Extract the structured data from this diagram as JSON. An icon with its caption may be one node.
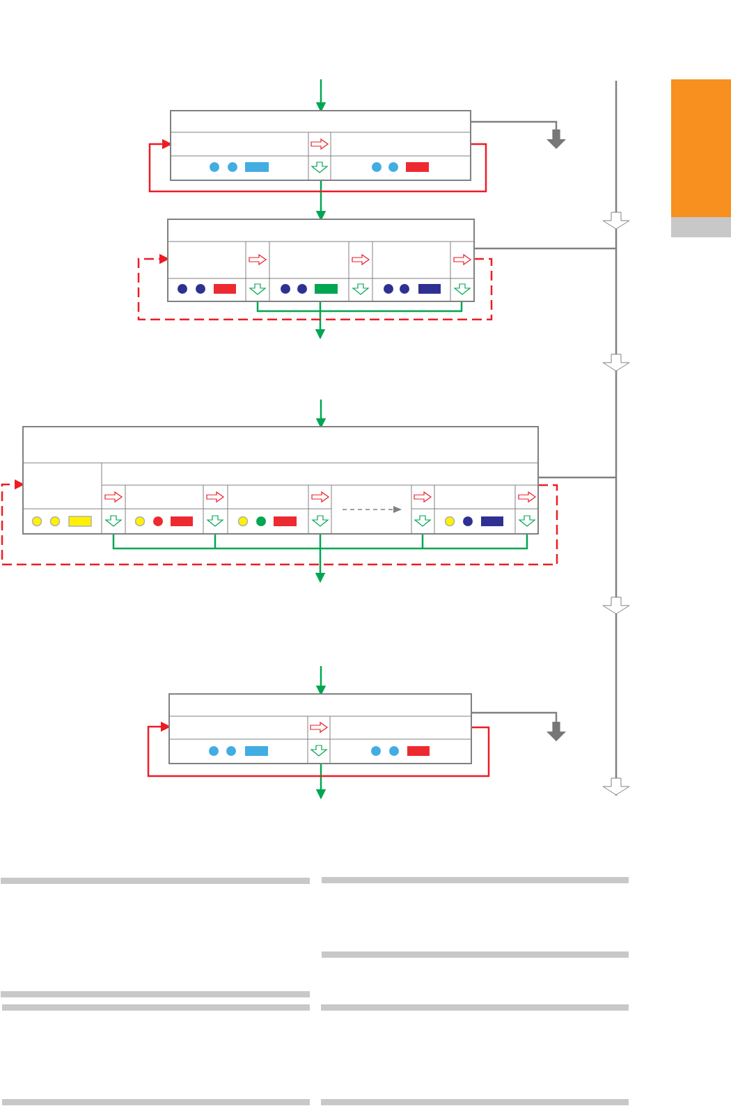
{
  "diagram": {
    "nodes": [
      {
        "text": [],
        "shape": "box"
      },
      {
        "text": [],
        "shape": "box"
      },
      {
        "text": [],
        "shape": "box"
      },
      {
        "text": [],
        "shape": "box"
      },
      {
        "text": [],
        "shape": "arrow"
      },
      {
        "text": [],
        "shape": "arrow"
      }
    ],
    "edges": [
      {
        "from": null,
        "to": 0,
        "arrow": "to"
      },
      {
        "from": 0,
        "to": 1,
        "arrow": "to"
      },
      {
        "from": 0,
        "to": 0,
        "arrow": "to",
        "color": "#ed1c24"
      },
      {
        "from": 0,
        "to": 4,
        "arrow": "none",
        "color": "#808080"
      },
      {
        "from": 1,
        "to": null,
        "arrow": "to"
      },
      {
        "from": 1,
        "to": 1,
        "arrow": "to",
        "style": "dashed",
        "color": "#ed1c24"
      },
      {
        "from": 1,
        "to": null,
        "arrow": "none",
        "color": "#808080"
      },
      {
        "from": null,
        "to": 2,
        "arrow": "to"
      },
      {
        "from": 2,
        "to": null,
        "arrow": "to"
      },
      {
        "from": 2,
        "to": 2,
        "arrow": "to",
        "style": "dashed",
        "color": "#ed1c24"
      },
      {
        "from": 2,
        "to": null,
        "arrow": "none",
        "color": "#808080"
      },
      {
        "from": null,
        "to": 3,
        "arrow": "to"
      },
      {
        "from": 3,
        "to": null,
        "arrow": "to"
      },
      {
        "from": 3,
        "to": 3,
        "arrow": "to",
        "color": "#ed1c24"
      },
      {
        "from": 3,
        "to": 5,
        "arrow": "none",
        "color": "#808080"
      }
    ]
  }
}
